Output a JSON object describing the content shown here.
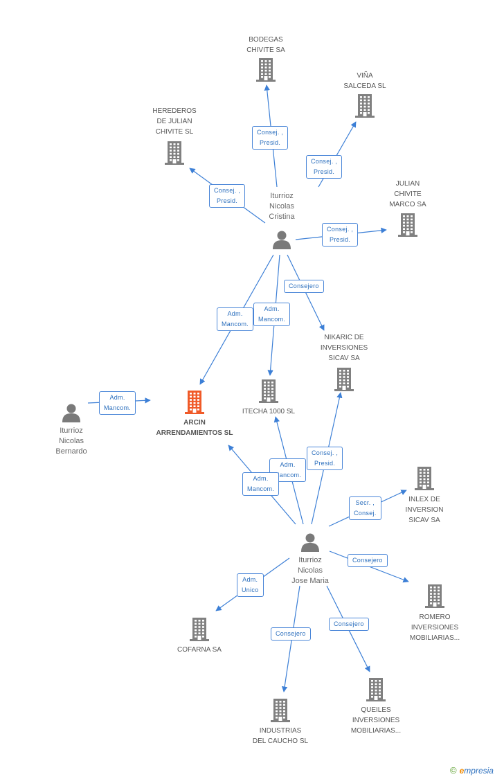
{
  "colors": {
    "edge": "#3c7fd6",
    "company_icon": "#808080",
    "focus_icon": "#f05a28",
    "person_icon": "#7a7a7a",
    "edge_label_border": "#4a86d8",
    "edge_label_text": "#2a6ebd"
  },
  "nodes": [
    {
      "id": "bodegas",
      "type": "company",
      "label": "BODEGAS\nCHIVITE SA"
    },
    {
      "id": "vina",
      "type": "company",
      "label": "VIÑA\nSALCEDA SL"
    },
    {
      "id": "herederos",
      "type": "company",
      "label": "HEREDEROS\nDE JULIAN\nCHIVITE SL"
    },
    {
      "id": "julian",
      "type": "company",
      "label": "JULIAN\nCHIVITE\nMARCO SA"
    },
    {
      "id": "cristina",
      "type": "person",
      "label": "Iturrioz\nNicolas\nCristina"
    },
    {
      "id": "nikaric",
      "type": "company",
      "label": "NIKARIC DE\nINVERSIONES\nSICAV SA"
    },
    {
      "id": "itecha",
      "type": "company",
      "label": "ITECHA 1000 SL"
    },
    {
      "id": "arcin",
      "type": "focus",
      "label": "ARCIN\nARRENDAMIENTOS SL"
    },
    {
      "id": "bernardo",
      "type": "person",
      "label": "Iturrioz\nNicolas\nBernardo"
    },
    {
      "id": "inlex",
      "type": "company",
      "label": "INLEX DE\nINVERSION\nSICAV SA"
    },
    {
      "id": "josemaria",
      "type": "person",
      "label": "Iturrioz\nNicolas\nJose Maria"
    },
    {
      "id": "romero",
      "type": "company",
      "label": "ROMERO\nINVERSIONES\nMOBILIARIAS..."
    },
    {
      "id": "cofarna",
      "type": "company",
      "label": "COFARNA SA"
    },
    {
      "id": "industrias",
      "type": "company",
      "label": "INDUSTRIAS\nDEL CAUCHO SL"
    },
    {
      "id": "queiles",
      "type": "company",
      "label": "QUEILES\nINVERSIONES\nMOBILIARIAS..."
    }
  ],
  "edges": [
    {
      "from": "cristina",
      "to": "bodegas",
      "label": "Consej. ,\nPresid."
    },
    {
      "from": "cristina",
      "to": "vina",
      "label": "Consej. ,\nPresid."
    },
    {
      "from": "cristina",
      "to": "herederos",
      "label": "Consej. ,\nPresid."
    },
    {
      "from": "cristina",
      "to": "julian",
      "label": "Consej. ,\nPresid."
    },
    {
      "from": "cristina",
      "to": "nikaric",
      "label": "Consejero"
    },
    {
      "from": "cristina",
      "to": "arcin",
      "label": "Adm.\nMancom."
    },
    {
      "from": "cristina",
      "to": "itecha",
      "label": "Adm.\nMancom."
    },
    {
      "from": "bernardo",
      "to": "arcin",
      "label": "Adm.\nMancom."
    },
    {
      "from": "josemaria",
      "to": "nikaric",
      "label": "Consej. ,\nPresid."
    },
    {
      "from": "josemaria",
      "to": "itecha",
      "label": "Adm.\nMancom."
    },
    {
      "from": "josemaria",
      "to": "arcin",
      "label": "Adm.\nMancom."
    },
    {
      "from": "josemaria",
      "to": "inlex",
      "label": "Secr. ,\nConsej."
    },
    {
      "from": "josemaria",
      "to": "romero",
      "label": "Consejero"
    },
    {
      "from": "josemaria",
      "to": "cofarna",
      "label": "Adm.\nUnico"
    },
    {
      "from": "josemaria",
      "to": "industrias",
      "label": "Consejero"
    },
    {
      "from": "josemaria",
      "to": "queiles",
      "label": "Consejero"
    }
  ],
  "brand": {
    "copyright": "©",
    "first_letter": "e",
    "rest": "mpresia"
  }
}
